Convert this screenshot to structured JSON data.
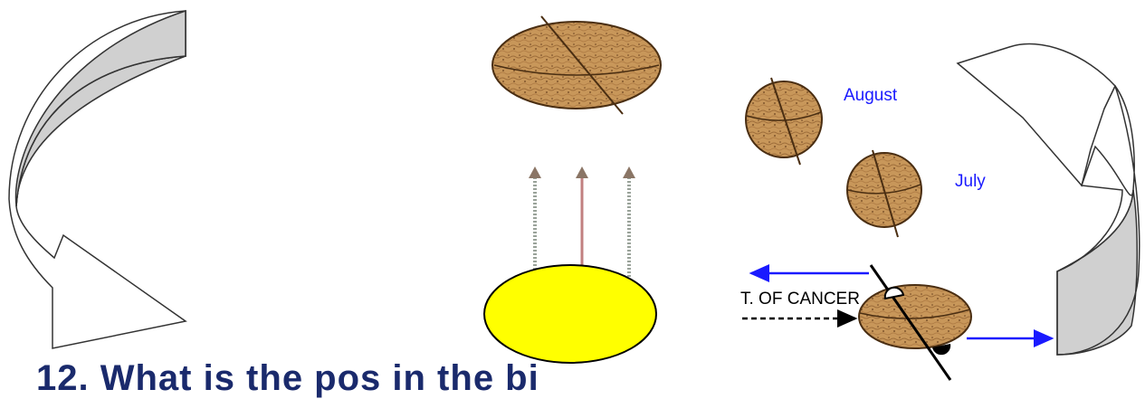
{
  "labels": {
    "august": "August",
    "july": "July",
    "tropic": "T. OF CANCER",
    "cutoff_text": "12. What is the pos    in the  bi"
  },
  "colors": {
    "sun": "#ffff00",
    "earth": "#c8975a",
    "earth_dark": "#8a5a2b",
    "arrow_fill": "#d0d0d0",
    "label_blue": "#1a1aff",
    "arrow_blue": "#1a1aff"
  },
  "icons": {
    "left_curved_arrow": "curved-arrow-left-icon",
    "right_curved_arrow": "curved-arrow-right-icon",
    "sun": "sun-icon",
    "earth": "earth-globe-icon"
  }
}
